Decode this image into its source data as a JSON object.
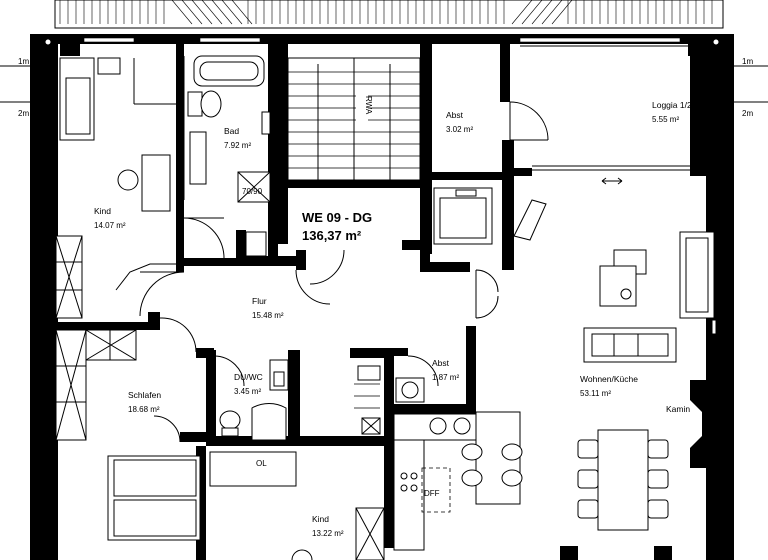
{
  "unit": {
    "title": "WE 09 - DG",
    "area": "136,37 m²"
  },
  "levels": {
    "left_upper": "1m",
    "left_lower": "2m",
    "right_upper": "1m",
    "right_lower": "2m"
  },
  "rooms": {
    "kind1": {
      "name": "Kind",
      "area": "14.07 m²"
    },
    "bad": {
      "name": "Bad",
      "area": "7.92 m²"
    },
    "abst1": {
      "name": "Abst",
      "area": "3.02 m²"
    },
    "loggia": {
      "name": "Loggia 1/2",
      "area": "5.55 m²"
    },
    "flur": {
      "name": "Flur",
      "area": "15.48 m²"
    },
    "dwc": {
      "name": "DU/WC",
      "area": "3.45 m²"
    },
    "abst2": {
      "name": "Abst",
      "area": "1.87 m²"
    },
    "schlafen": {
      "name": "Schlafen",
      "area": "18.68 m²"
    },
    "wohnen": {
      "name": "Wohnen/Küche",
      "area": "53.11 m²"
    },
    "kind2": {
      "name": "Kind",
      "area": "13.22 m²"
    }
  },
  "labels": {
    "shower": "70/90",
    "rwa": "RWA",
    "kamin": "Kamin",
    "ol": "OL",
    "dff": "DFF"
  }
}
